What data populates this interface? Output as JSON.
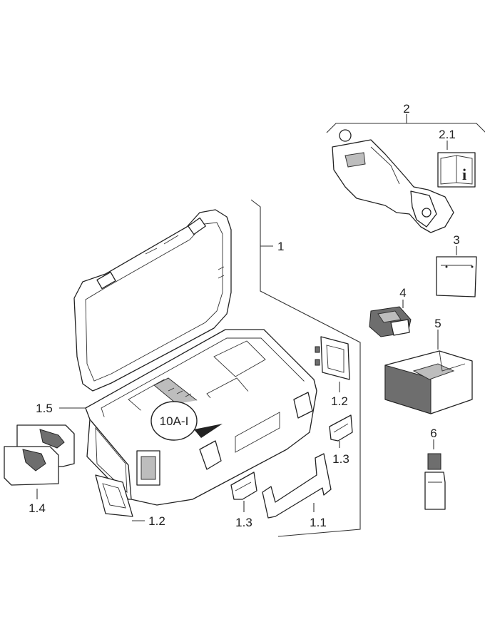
{
  "callouts": {
    "c1": "1",
    "c1_1": "1.1",
    "c1_2a": "1.2",
    "c1_2b": "1.2",
    "c1_3a": "1.3",
    "c1_3b": "1.3",
    "c1_4": "1.4",
    "c1_5": "1.5",
    "c2": "2",
    "c2_1": "2.1",
    "c3": "3",
    "c4": "4",
    "c5": "5",
    "c6": "6",
    "insert_label": "10A-I"
  },
  "icons": {
    "manual": "info-book-icon"
  }
}
